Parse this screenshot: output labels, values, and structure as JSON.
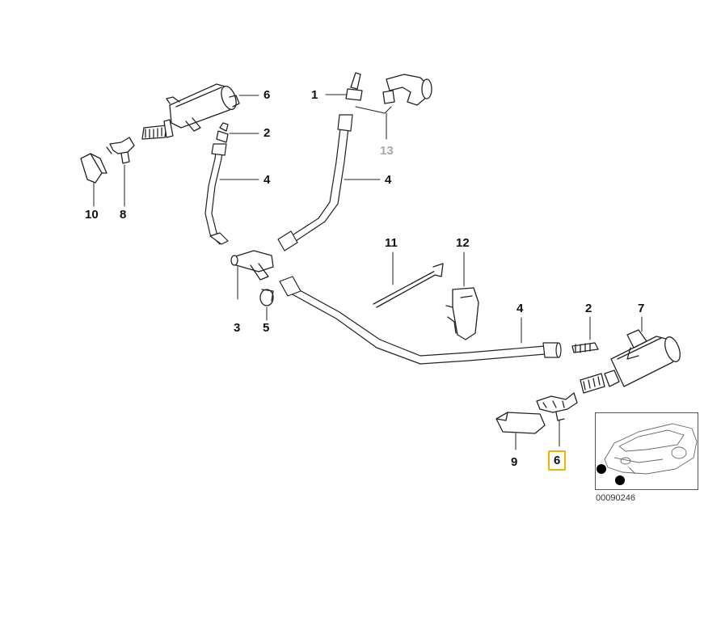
{
  "callouts": [
    {
      "id": "c1",
      "text": "1"
    },
    {
      "id": "c2a",
      "text": "2"
    },
    {
      "id": "c2b",
      "text": "2"
    },
    {
      "id": "c3",
      "text": "3"
    },
    {
      "id": "c4a",
      "text": "4"
    },
    {
      "id": "c4b",
      "text": "4"
    },
    {
      "id": "c4c",
      "text": "4"
    },
    {
      "id": "c5",
      "text": "5"
    },
    {
      "id": "c6a",
      "text": "6"
    },
    {
      "id": "c6b",
      "text": "6"
    },
    {
      "id": "c7",
      "text": "7"
    },
    {
      "id": "c8",
      "text": "8"
    },
    {
      "id": "c9",
      "text": "9"
    },
    {
      "id": "c10",
      "text": "10"
    },
    {
      "id": "c11",
      "text": "11"
    },
    {
      "id": "c12",
      "text": "12"
    },
    {
      "id": "c13",
      "text": "13"
    }
  ],
  "highlight_color": "#e8b400",
  "reference_code": "00090246"
}
